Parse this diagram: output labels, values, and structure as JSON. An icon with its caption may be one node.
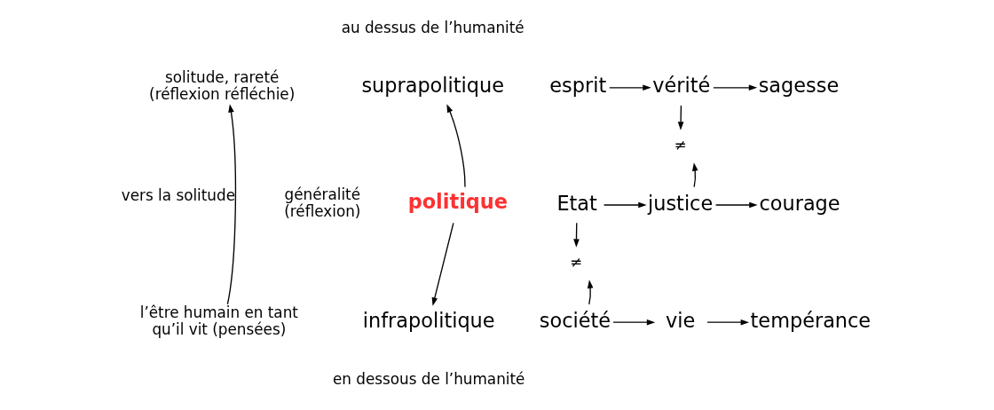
{
  "diagram": {
    "nodes": [
      {
        "text": [
          "solitude, rareté",
          "(réflexion réfléchie)"
        ]
      },
      {
        "text": [
          "suprapolitique"
        ]
      },
      {
        "text": [
          "esprit"
        ]
      },
      {
        "text": [
          "vérité"
        ]
      },
      {
        "text": [
          "sagesse"
        ]
      },
      {
        "text": [
          "≠"
        ]
      },
      {
        "text": [
          "politique"
        ]
      },
      {
        "text": [
          "Etat"
        ]
      },
      {
        "text": [
          "justice"
        ]
      },
      {
        "text": [
          "courage"
        ]
      },
      {
        "text": [
          "≠"
        ]
      },
      {
        "text": [
          "l’être humain en tant qu’il vit (pensées)"
        ]
      },
      {
        "text": [
          "infrapolitique"
        ]
      },
      {
        "text": [
          "société"
        ]
      },
      {
        "text": [
          "vie"
        ]
      },
      {
        "text": [
          "tempérance"
        ]
      }
    ],
    "edges": [
      {
        "from": 11,
        "to": 0,
        "arrow": "to",
        "label": "vers la solitude"
      },
      {
        "from": 6,
        "to": 1,
        "arrow": "to"
      },
      {
        "from": 6,
        "to": 12,
        "arrow": "to"
      },
      {
        "from": 2,
        "to": 3,
        "arrow": "to"
      },
      {
        "from": 3,
        "to": 4,
        "arrow": "to"
      },
      {
        "from": 3,
        "to": 5,
        "arrow": "to"
      },
      {
        "from": 8,
        "to": 5,
        "arrow": "to"
      },
      {
        "from": 7,
        "to": 8,
        "arrow": "to"
      },
      {
        "from": 8,
        "to": 9,
        "arrow": "to"
      },
      {
        "from": 7,
        "to": 10,
        "arrow": "to"
      },
      {
        "from": 13,
        "to": 10,
        "arrow": "to"
      },
      {
        "from": 13,
        "to": 14,
        "arrow": "to"
      },
      {
        "from": 14,
        "to": 15,
        "arrow": "to"
      }
    ],
    "labels": [
      "au dessus de l’humanité",
      "généralité (réflexion)",
      "en dessous de l’humanité"
    ]
  }
}
